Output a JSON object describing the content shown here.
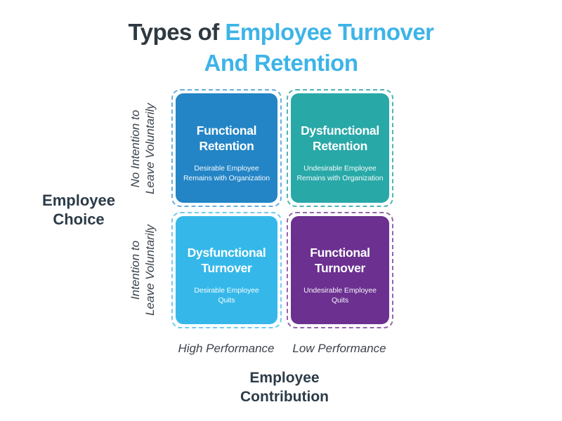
{
  "title": {
    "prefix": "Types of ",
    "highlight_line1": "Employee Turnover",
    "highlight_line2": "And Retention",
    "prefix_color": "#2e3941",
    "highlight_color": "#3db4e8"
  },
  "axes": {
    "y": {
      "label_line1": "Employee",
      "label_line2": "Choice",
      "top_tick_line1": "No Intention to",
      "top_tick_line2": "Leave Voluntarily",
      "bottom_tick_line1": "Intention to",
      "bottom_tick_line2": "Leave Voluntarily"
    },
    "x": {
      "label_line1": "Employee",
      "label_line2": "Contribution",
      "left_tick": "High Performance",
      "right_tick": "Low Performance"
    }
  },
  "quadrants": [
    {
      "id": "functional-retention",
      "title_line1": "Functional",
      "title_line2": "Retention",
      "subtitle_line1": "Desirable Employee",
      "subtitle_line2": "Remains with Organization",
      "fill": "#2385c6",
      "dash": "#66aedd"
    },
    {
      "id": "dysfunctional-retention",
      "title_line1": "Dysfunctional",
      "title_line2": "Retention",
      "subtitle_line1": "Undesirable Employee",
      "subtitle_line2": "Remains with Organization",
      "fill": "#29a8a8",
      "dash": "#4fb5b2"
    },
    {
      "id": "dysfunctional-turnover",
      "title_line1": "Dysfunctional",
      "title_line2": "Turnover",
      "subtitle_line1": "Desirable Employee",
      "subtitle_line2": "Quits",
      "fill": "#35b8e9",
      "dash": "#6fcbf0"
    },
    {
      "id": "functional-turnover",
      "title_line1": "Functional",
      "title_line2": "Turnover",
      "subtitle_line1": "Undesirable Employee",
      "subtitle_line2": "Quits",
      "fill": "#6b3090",
      "dash": "#9265ad"
    }
  ]
}
